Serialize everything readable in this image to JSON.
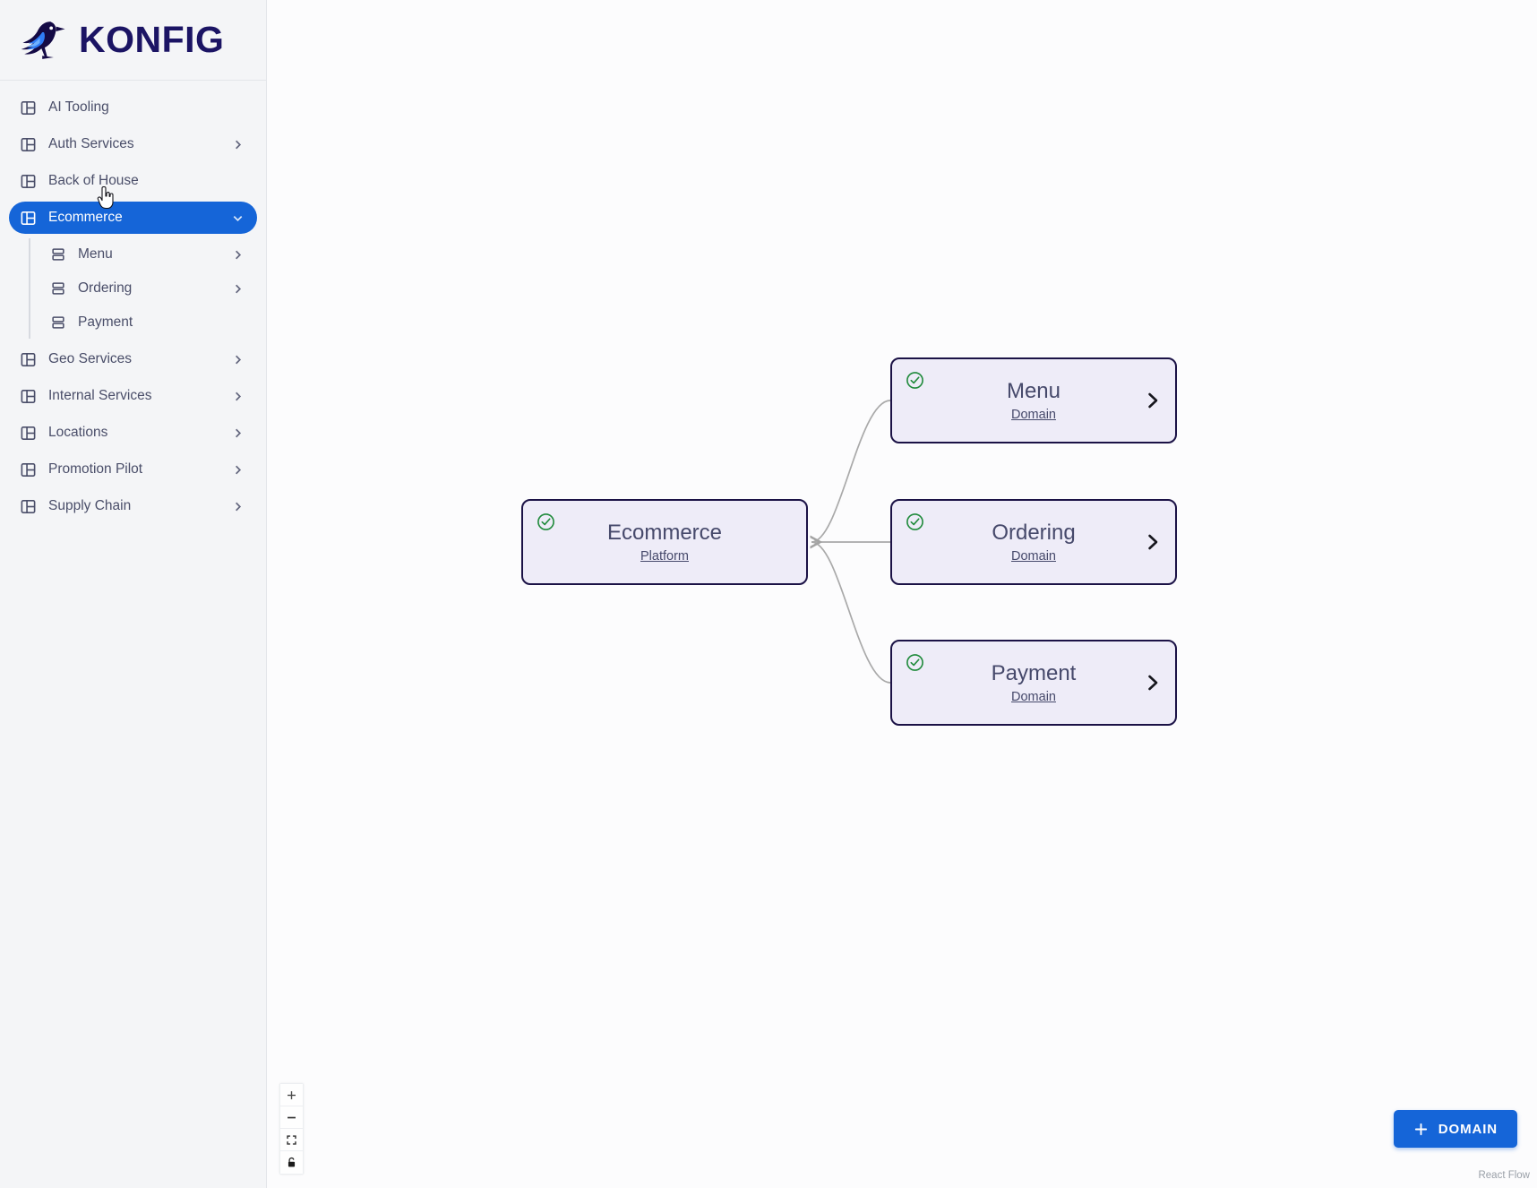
{
  "brand": {
    "name": "KONFIG",
    "logo_icon": "raven-logo-icon"
  },
  "sidebar": {
    "items": [
      {
        "label": "AI Tooling",
        "icon": "platform-panel-icon",
        "chevron": "none",
        "active": false
      },
      {
        "label": "Auth Services",
        "icon": "platform-panel-icon",
        "chevron": "right",
        "active": false
      },
      {
        "label": "Back of House",
        "icon": "platform-panel-icon",
        "chevron": "none",
        "active": false
      },
      {
        "label": "Ecommerce",
        "icon": "platform-panel-icon",
        "chevron": "down",
        "active": true
      },
      {
        "label": "Geo Services",
        "icon": "platform-panel-icon",
        "chevron": "right",
        "active": false
      },
      {
        "label": "Internal Services",
        "icon": "platform-panel-icon",
        "chevron": "right",
        "active": false
      },
      {
        "label": "Locations",
        "icon": "platform-panel-icon",
        "chevron": "right",
        "active": false
      },
      {
        "label": "Promotion Pilot",
        "icon": "platform-panel-icon",
        "chevron": "right",
        "active": false
      },
      {
        "label": "Supply Chain",
        "icon": "platform-panel-icon",
        "chevron": "right",
        "active": false
      }
    ],
    "sub_items": [
      {
        "label": "Menu",
        "icon": "domain-stack-icon",
        "chevron": "right"
      },
      {
        "label": "Ordering",
        "icon": "domain-stack-icon",
        "chevron": "right"
      },
      {
        "label": "Payment",
        "icon": "domain-stack-icon",
        "chevron": "none"
      }
    ]
  },
  "graph": {
    "platform": {
      "title": "Ecommerce",
      "subtitle": "Platform",
      "status_icon": "check-circle-icon",
      "status_color": "#1f8a3b"
    },
    "domains": [
      {
        "title": "Menu",
        "subtitle": "Domain",
        "status_icon": "check-circle-icon",
        "arrow_icon": "chevron-right-icon"
      },
      {
        "title": "Ordering",
        "subtitle": "Domain",
        "status_icon": "check-circle-icon",
        "arrow_icon": "chevron-right-icon"
      },
      {
        "title": "Payment",
        "subtitle": "Domain",
        "status_icon": "check-circle-icon",
        "arrow_icon": "chevron-right-icon"
      }
    ]
  },
  "controls": {
    "zoom_in": {
      "icon": "plus-icon",
      "title": "zoom in"
    },
    "zoom_out": {
      "icon": "minus-icon",
      "title": "zoom out"
    },
    "fit_view": {
      "icon": "fit-view-icon",
      "title": "fit view"
    },
    "lock": {
      "icon": "lock-icon",
      "title": "toggle interactivity"
    }
  },
  "add_button": {
    "label": "DOMAIN",
    "icon": "plus-icon",
    "color": "#1565d8"
  },
  "attribution": "React Flow",
  "colors": {
    "sidebar_bg": "#f4f5f7",
    "accent_blue": "#1565d8",
    "node_bg": "#eeecf8",
    "node_border": "#1b1246",
    "text": "#4a4e69",
    "brand_navy": "#1b1464",
    "edge": "#a9a9a9"
  }
}
